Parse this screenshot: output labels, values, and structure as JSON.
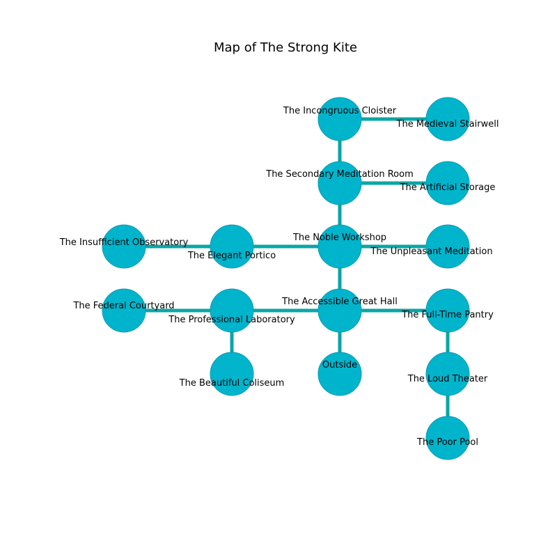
{
  "title": "Map of The Strong Kite",
  "colors": {
    "node_fill": "#00b4cc",
    "node_stroke": "#0a9bb0",
    "edge": "#0aa6a6",
    "background": "#ffffff"
  },
  "rooms": [
    {
      "id": "incongruous-cloister",
      "name": "The Incongruous Cloister"
    },
    {
      "id": "medieval-stairwell",
      "name": "The Medieval Stairwell"
    },
    {
      "id": "secondary-meditation-room",
      "name": "The Secondary Meditation Room"
    },
    {
      "id": "artificial-storage",
      "name": "The Artificial Storage"
    },
    {
      "id": "insufficient-observatory",
      "name": "The Insufficient Observatory"
    },
    {
      "id": "elegant-portico",
      "name": "The Elegant Portico"
    },
    {
      "id": "noble-workshop",
      "name": "The Noble Workshop"
    },
    {
      "id": "unpleasant-meditation",
      "name": "The Unpleasant Meditation"
    },
    {
      "id": "federal-courtyard",
      "name": "The Federal Courtyard"
    },
    {
      "id": "professional-laboratory",
      "name": "The Professional Laboratory"
    },
    {
      "id": "accessible-great-hall",
      "name": "The Accessible Great Hall"
    },
    {
      "id": "full-time-pantry",
      "name": "The Full-Time Pantry"
    },
    {
      "id": "beautiful-coliseum",
      "name": "The Beautiful Coliseum"
    },
    {
      "id": "outside",
      "name": "Outside"
    },
    {
      "id": "loud-theater",
      "name": "The Loud Theater"
    },
    {
      "id": "poor-pool",
      "name": "The Poor Pool"
    }
  ],
  "connections": [
    [
      "incongruous-cloister",
      "medieval-stairwell"
    ],
    [
      "incongruous-cloister",
      "secondary-meditation-room"
    ],
    [
      "secondary-meditation-room",
      "artificial-storage"
    ],
    [
      "secondary-meditation-room",
      "noble-workshop"
    ],
    [
      "insufficient-observatory",
      "elegant-portico"
    ],
    [
      "elegant-portico",
      "noble-workshop"
    ],
    [
      "noble-workshop",
      "unpleasant-meditation"
    ],
    [
      "noble-workshop",
      "accessible-great-hall"
    ],
    [
      "federal-courtyard",
      "professional-laboratory"
    ],
    [
      "professional-laboratory",
      "accessible-great-hall"
    ],
    [
      "professional-laboratory",
      "beautiful-coliseum"
    ],
    [
      "accessible-great-hall",
      "full-time-pantry"
    ],
    [
      "accessible-great-hall",
      "outside"
    ],
    [
      "full-time-pantry",
      "loud-theater"
    ],
    [
      "loud-theater",
      "poor-pool"
    ]
  ]
}
